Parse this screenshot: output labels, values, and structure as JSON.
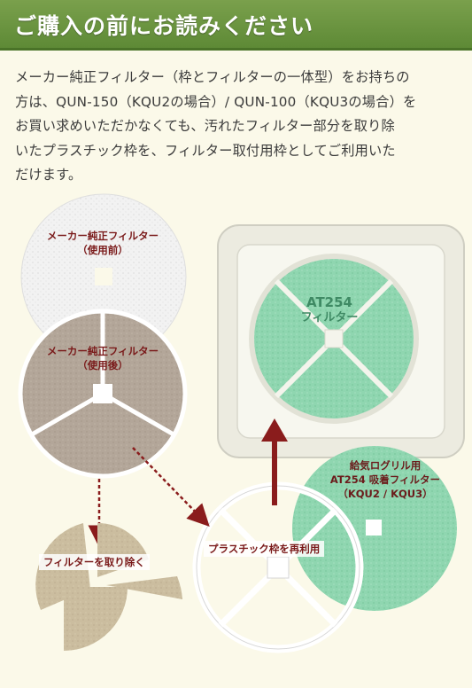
{
  "header": {
    "title": "ご購入の前にお読みください",
    "bg": "#6d964a"
  },
  "intro": {
    "line1": "メーカー純正フィルター（枠とフィルターの一体型）をお持ちの",
    "line2": "方は、QUN-150（KQU2の場合）/ QUN-100（KQU3の場合）を",
    "line3": "お買い求めいただかなくても、汚れたフィルター部分を取り除",
    "line4": "いたプラスチック枠を、フィルター取付用枠としてご利用いた",
    "line5": "だけます。"
  },
  "labels": {
    "new_filter_1": "メーカー純正フィルター",
    "new_filter_2": "（使用前）",
    "used_filter_1": "メーカー純正フィルター",
    "used_filter_2": "（使用後）",
    "remove_filter": "フィルターを取り除く",
    "reuse_frame": "プラスチック枠を再利用",
    "product_1": "給気ログリル用",
    "product_2": "AT254 吸着フィルター",
    "product_3": "（KQU2 / KQU3）",
    "stamp_1": "AT254",
    "stamp_2": "フィルター"
  },
  "colors": {
    "text": "#3b3b3b",
    "label": "#7a1a1a",
    "arrow": "#8a1c1c",
    "green_filter": "#8fd6b0",
    "used_filter": "#b3a699",
    "white_filter": "#f1f1f1",
    "frame": "#efefe6"
  }
}
